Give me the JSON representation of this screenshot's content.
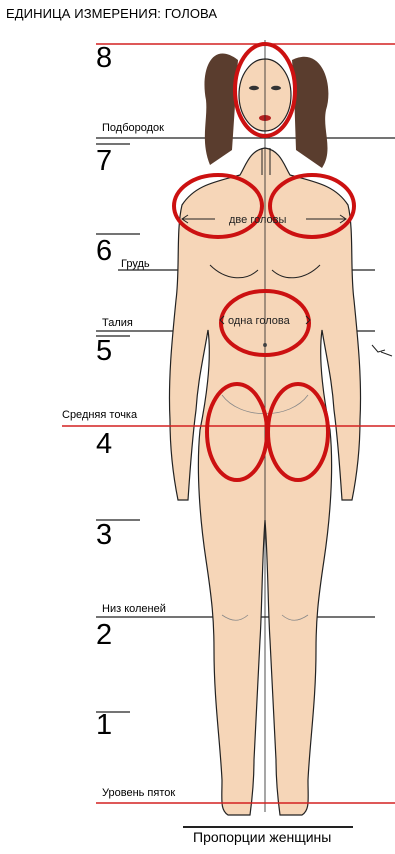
{
  "heading": "ЕДИНИЦА ИЗМЕРЕНИЯ: ГОЛОВА",
  "unit_numbers": [
    "8",
    "7",
    "6",
    "5",
    "4",
    "3",
    "2",
    "1"
  ],
  "level_labels": {
    "chin": "Подбородок",
    "chest": "Грудь",
    "waist": "Талия",
    "midpoint": "Средняя точка",
    "knees": "Низ коленей",
    "heels": "Уровень пяток"
  },
  "annotations": {
    "two_heads": "две головы",
    "one_head": "одна голова"
  },
  "caption": "Пропорции женщины",
  "colors": {
    "guide_red": "#d42020",
    "circle_red": "#cc1111",
    "skin": "#f6d6b8",
    "hair": "#5a3d2e",
    "ink": "#222222"
  }
}
